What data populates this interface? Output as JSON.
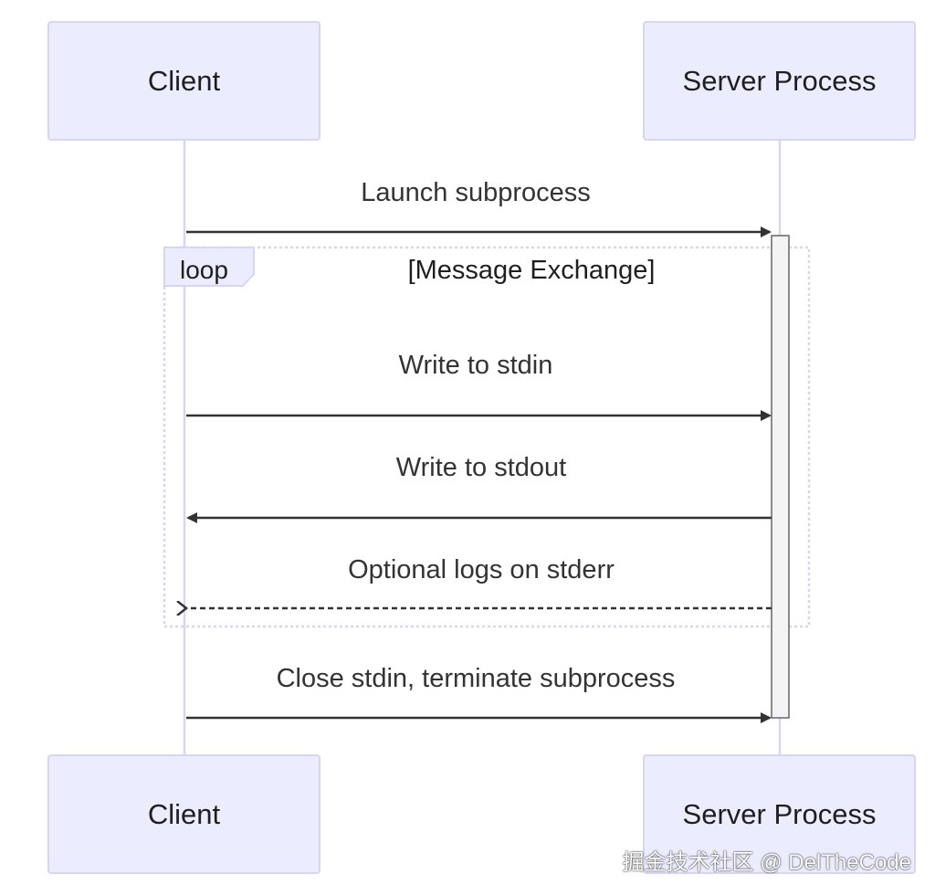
{
  "participants": {
    "client": {
      "label": "Client"
    },
    "server": {
      "label": "Server Process"
    }
  },
  "loop": {
    "tag": "loop",
    "condition": "[Message Exchange]"
  },
  "messages": [
    {
      "text": "Launch subprocess",
      "direction": "client-to-server",
      "style": "solid"
    },
    {
      "text": "Write to stdin",
      "direction": "client-to-server",
      "style": "solid"
    },
    {
      "text": "Write to stdout",
      "direction": "server-to-client",
      "style": "solid"
    },
    {
      "text": "Optional logs on stderr",
      "direction": "server-to-client",
      "style": "dashed"
    },
    {
      "text": "Close stdin, terminate subprocess",
      "direction": "client-to-server",
      "style": "solid"
    }
  ],
  "watermark": {
    "text": "掘金技术社区 @ DelTheCode"
  },
  "colors": {
    "actor_fill": "#ECECFF",
    "actor_border": "#D8D4F2",
    "lifeline": "#D8D4F2",
    "arrow": "#333333",
    "activation_fill": "#F4F4F4",
    "loop_border": "#D8D4F2"
  }
}
